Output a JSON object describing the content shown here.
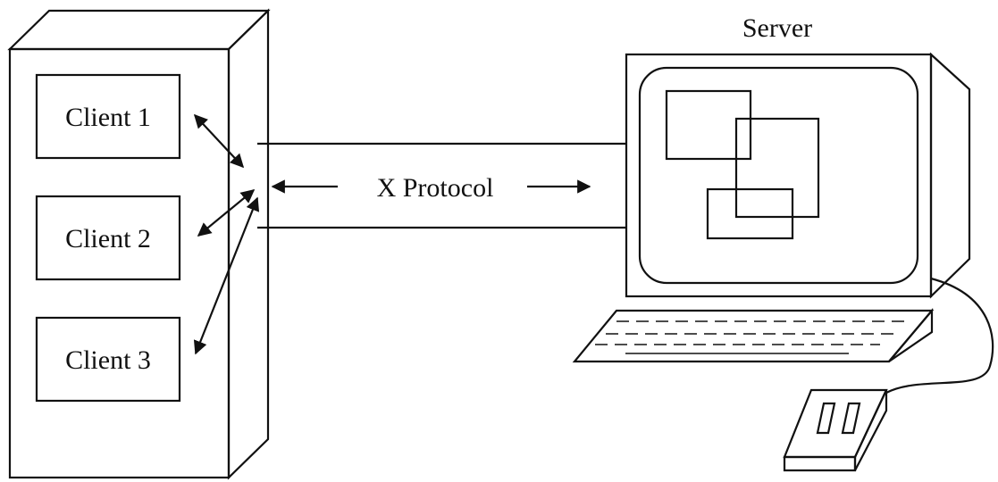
{
  "diagram": {
    "server_label": "Server",
    "protocol_label": "X Protocol",
    "clients": [
      "Client 1",
      "Client 2",
      "Client 3"
    ]
  },
  "colors": {
    "ink": "#111111",
    "paper": "#ffffff",
    "bezel_dither": "#9a9a9a"
  }
}
